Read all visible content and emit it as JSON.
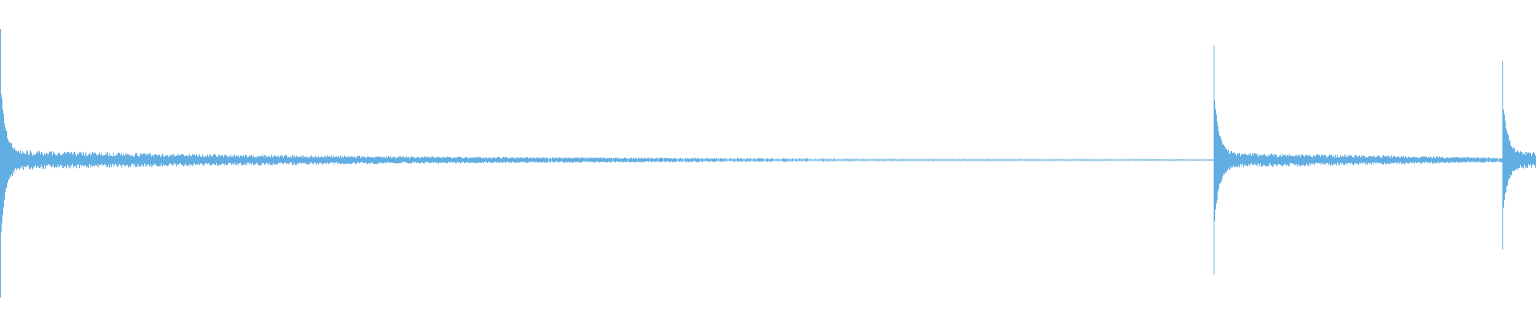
{
  "waveform": {
    "color": "#5aaae0",
    "background": "#ffffff",
    "baseline": "center",
    "onsets": [
      {
        "time_fraction": 0.0,
        "peak_up": 0.82,
        "peak_down": 0.86,
        "tail_length_fraction": 0.79,
        "tail_amplitude": 0.06,
        "shape": "long-decay"
      },
      {
        "time_fraction": 0.79,
        "peak_up": 0.72,
        "peak_down": 0.72,
        "tail_length_fraction": 0.188,
        "tail_amplitude": 0.045,
        "shape": "sustained"
      },
      {
        "time_fraction": 0.978,
        "peak_up": 0.62,
        "peak_down": 0.56,
        "tail_length_fraction": 0.022,
        "tail_amplitude": 0.05,
        "shape": "cut-off"
      }
    ]
  }
}
